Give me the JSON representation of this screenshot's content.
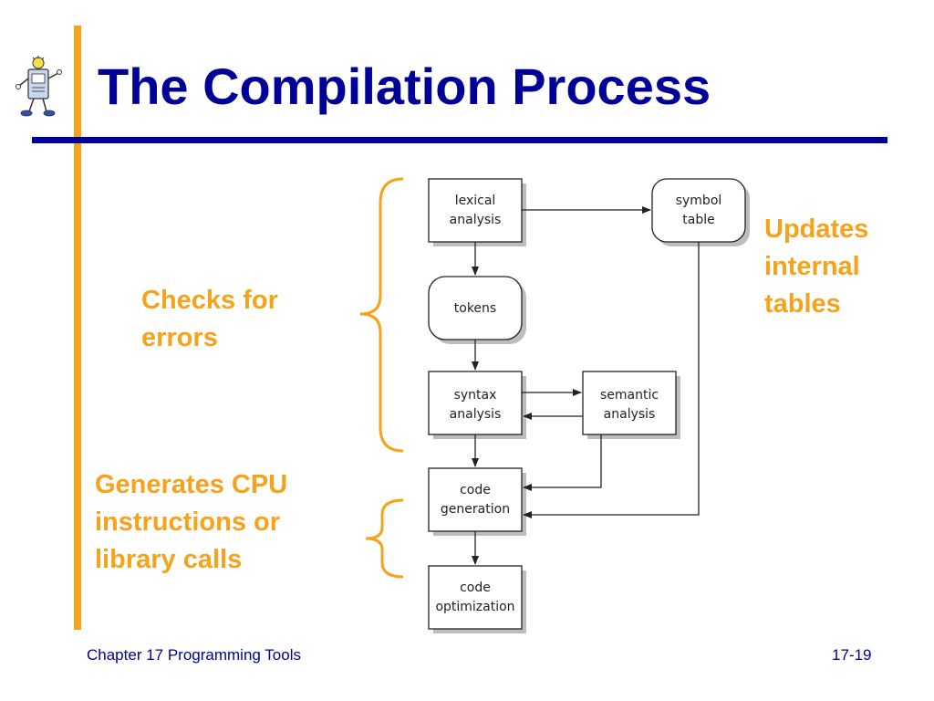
{
  "slide": {
    "title": "The Compilation Process"
  },
  "notes": {
    "errors": [
      "Checks for",
      "errors"
    ],
    "generates": [
      "Generates CPU",
      "instructions or",
      "library calls"
    ],
    "updates": [
      "Updates",
      "internal",
      "tables"
    ]
  },
  "diagram": {
    "lexical": [
      "lexical",
      "analysis"
    ],
    "symbol": [
      "symbol",
      "table"
    ],
    "tokens": [
      "tokens"
    ],
    "syntax": [
      "syntax",
      "analysis"
    ],
    "semantic": [
      "semantic",
      "analysis"
    ],
    "codegen": [
      "code",
      "generation"
    ],
    "codeopt": [
      "code",
      "optimization"
    ]
  },
  "footer": {
    "chapter": "Chapter 17 Programming Tools",
    "page": "17-19"
  },
  "colors": {
    "title": "#000099",
    "accent": "#f7a21b"
  },
  "icons": {
    "mascot": "cartoon-computer-mascot-icon"
  }
}
